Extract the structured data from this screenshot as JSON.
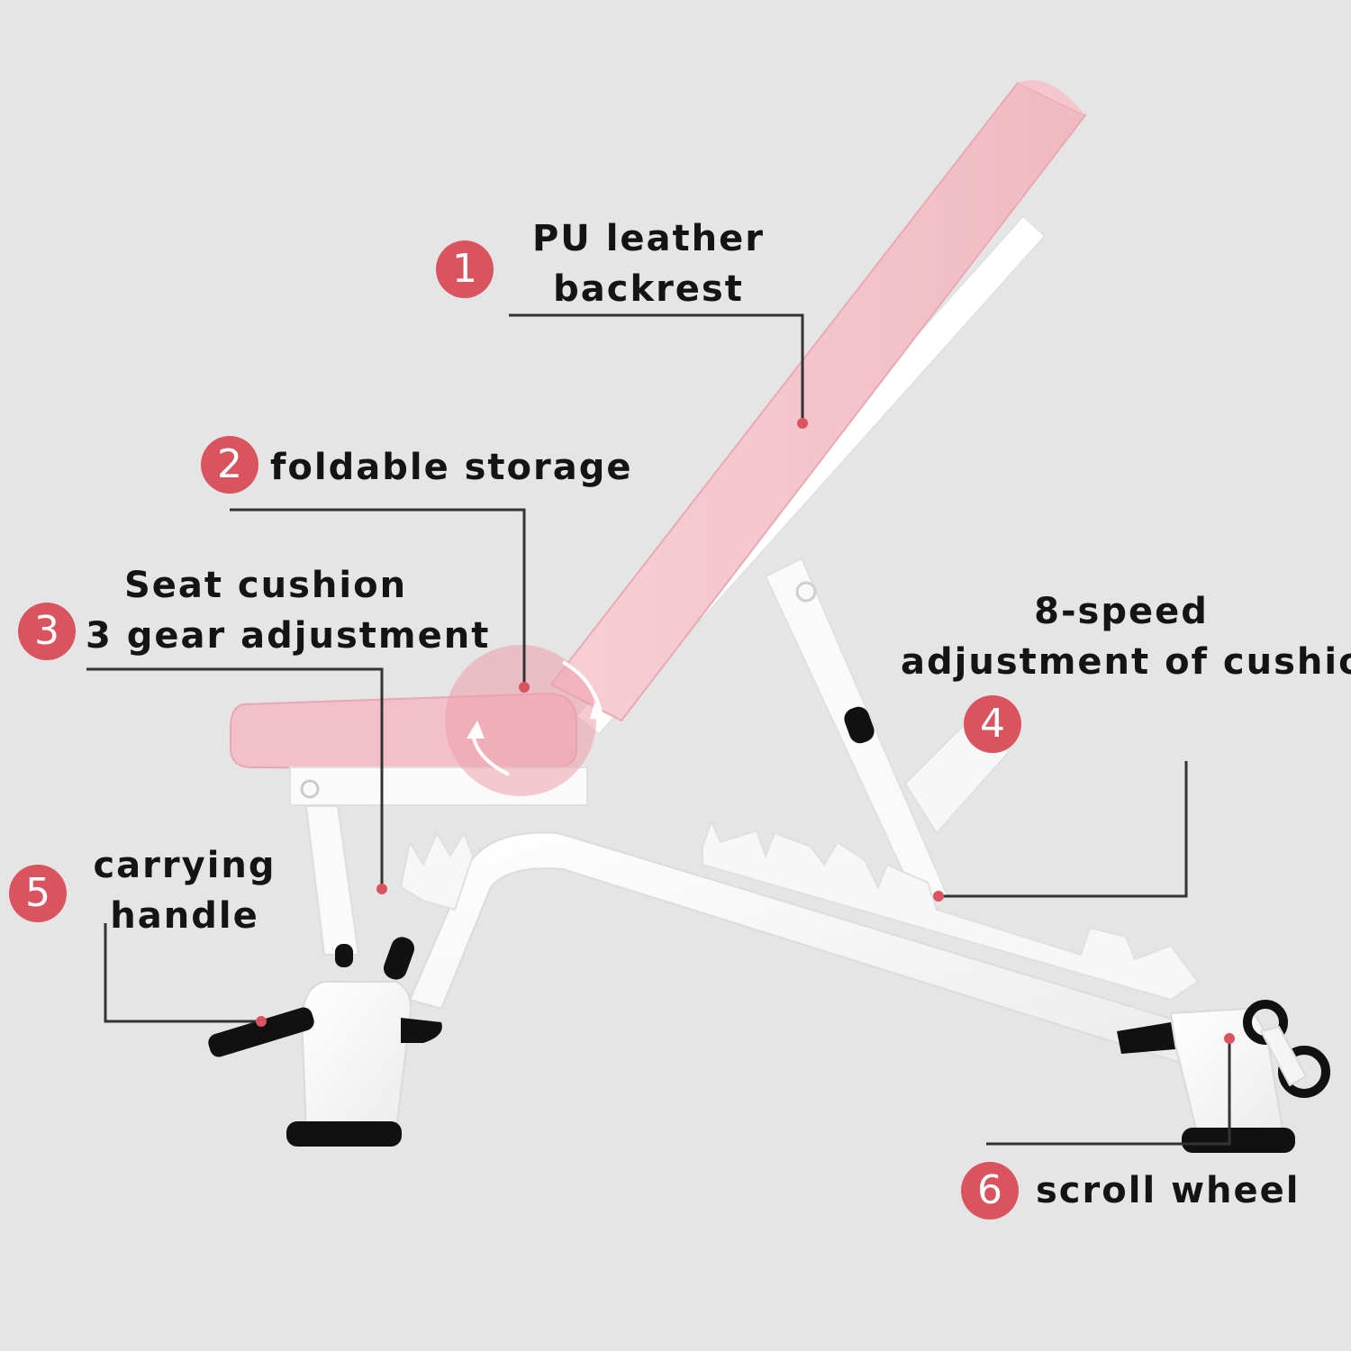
{
  "colors": {
    "background": "#e5e5e5",
    "cushion": "#f4c3cb",
    "frame": "#ffffff",
    "badge": "#d9545e",
    "leader": "#333333",
    "rubber": "#111111"
  },
  "callouts": [
    {
      "number": "1",
      "lines": [
        "PU leather",
        "backrest"
      ]
    },
    {
      "number": "2",
      "lines": [
        "foldable storage"
      ]
    },
    {
      "number": "3",
      "lines": [
        "Seat cushion",
        "3 gear adjustment"
      ]
    },
    {
      "number": "4",
      "lines": [
        "8-speed",
        "adjustment of cushion"
      ]
    },
    {
      "number": "5",
      "lines": [
        "carrying",
        "handle"
      ]
    },
    {
      "number": "6",
      "lines": [
        "scroll wheel"
      ]
    }
  ]
}
